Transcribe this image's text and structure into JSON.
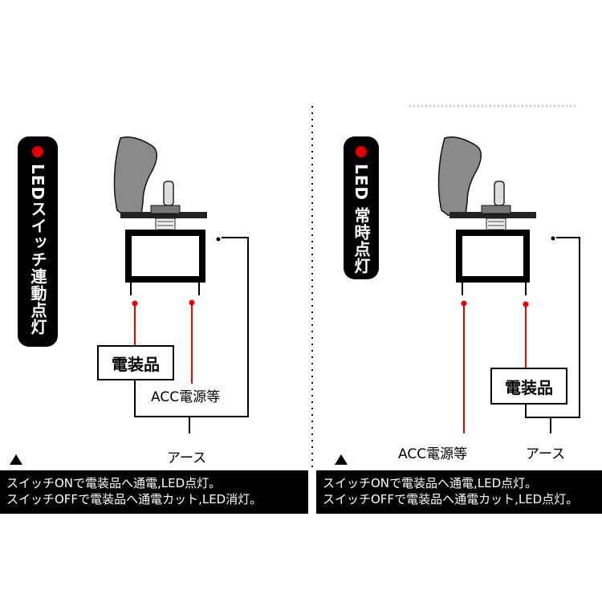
{
  "left": {
    "title": "LEDスイッチ連動点灯",
    "device_label": "電装品",
    "acc_label": "ACC電源等",
    "ground_label": "アース",
    "footer_lines": [
      "スイッチONで電装品へ通電,LED点灯。",
      "スイッチOFFで電装品へ通電カット,LED消灯。"
    ]
  },
  "right": {
    "title": "LED 常時点灯",
    "device_label": "電装品",
    "acc_label": "ACC電源等",
    "ground_label": "アース",
    "footer_lines": [
      "スイッチONで電装品へ通電,LED点灯。",
      "スイッチOFFで電装品へ通電カット,LED点灯。"
    ]
  },
  "colors": {
    "accent_red": "#e00000",
    "bar_bg": "#000000",
    "cap_gray": "#8a8a8a"
  },
  "icons": [
    "red-dot-icon",
    "toggle-switch-icon",
    "warning-triangle-icon"
  ]
}
